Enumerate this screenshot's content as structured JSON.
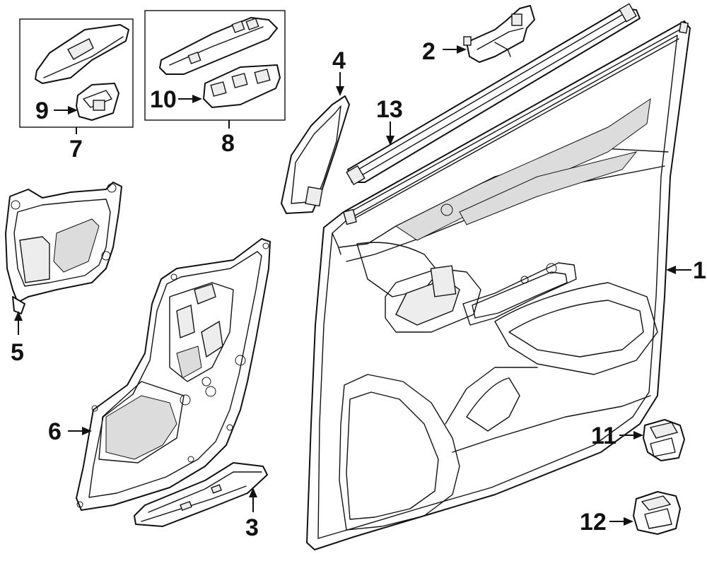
{
  "diagram": {
    "callouts": [
      {
        "id": "c1",
        "label": "1"
      },
      {
        "id": "c2",
        "label": "2"
      },
      {
        "id": "c3",
        "label": "3"
      },
      {
        "id": "c4",
        "label": "4"
      },
      {
        "id": "c5",
        "label": "5"
      },
      {
        "id": "c6",
        "label": "6"
      },
      {
        "id": "c7",
        "label": "7"
      },
      {
        "id": "c8",
        "label": "8"
      },
      {
        "id": "c9",
        "label": "9"
      },
      {
        "id": "c10",
        "label": "10"
      },
      {
        "id": "c11",
        "label": "11"
      },
      {
        "id": "c12",
        "label": "12"
      },
      {
        "id": "c13",
        "label": "13"
      }
    ],
    "line_color": "#111111",
    "background_color": "#ffffff"
  }
}
